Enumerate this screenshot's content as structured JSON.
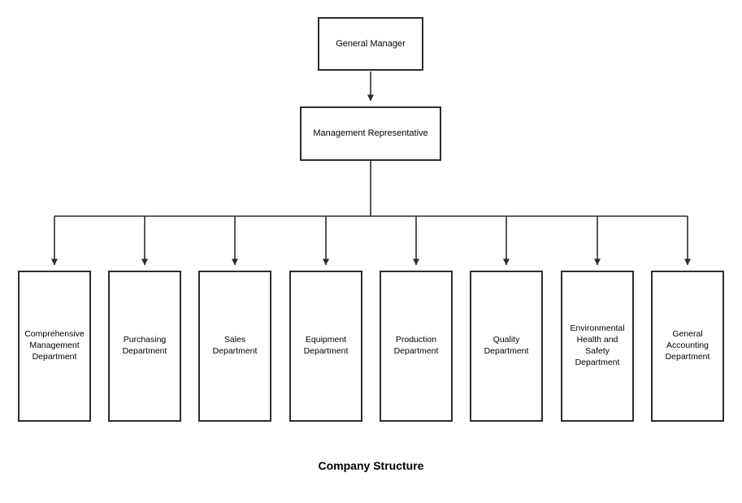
{
  "diagram": {
    "caption": "Company Structure",
    "colors": {
      "border": "#2d2d2d",
      "background": "#ffffff",
      "text": "#000000"
    },
    "nodes": {
      "root": {
        "label": "General Manager"
      },
      "middle": {
        "label": "Management Representative"
      },
      "departments": [
        {
          "label": "Comprehensive Management Department"
        },
        {
          "label": "Purchasing Department"
        },
        {
          "label": "Sales Department"
        },
        {
          "label": "Equipment Department"
        },
        {
          "label": "Production Department"
        },
        {
          "label": "Quality Department"
        },
        {
          "label": "Environmental Health and Safety Department"
        },
        {
          "label": "General Accounting Department"
        }
      ]
    },
    "edges": [
      {
        "from": "General Manager",
        "to": "Management Representative"
      },
      {
        "from": "Management Representative",
        "to": "Comprehensive Management Department"
      },
      {
        "from": "Management Representative",
        "to": "Purchasing Department"
      },
      {
        "from": "Management Representative",
        "to": "Sales Department"
      },
      {
        "from": "Management Representative",
        "to": "Equipment Department"
      },
      {
        "from": "Management Representative",
        "to": "Production Department"
      },
      {
        "from": "Management Representative",
        "to": "Quality Department"
      },
      {
        "from": "Management Representative",
        "to": "Environmental Health and Safety Department"
      },
      {
        "from": "Management Representative",
        "to": "General Accounting Department"
      }
    ]
  }
}
